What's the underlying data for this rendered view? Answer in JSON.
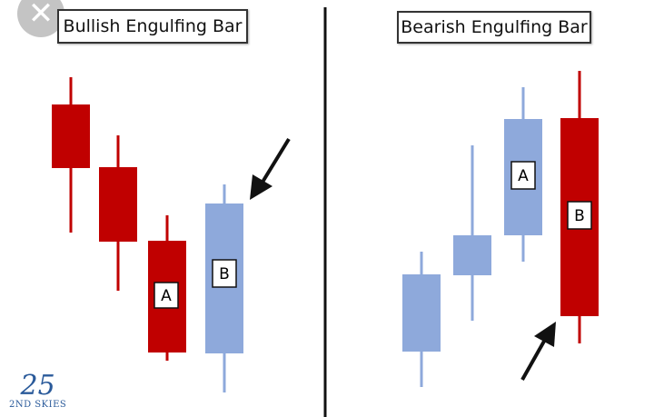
{
  "left_panel": {
    "title": "Bullish Engulfing Bar",
    "label_a": "A",
    "label_b": "B"
  },
  "right_panel": {
    "title": "Bearish Engulfing Bar",
    "label_a": "A",
    "label_b": "B"
  },
  "close_button": {
    "icon": "close-icon",
    "glyph": "✕"
  },
  "logo": {
    "mark": "25",
    "name": "2ND SKIES"
  },
  "colors": {
    "bearish": "#C00000",
    "bullish": "#8EA9DB",
    "divider": "#111111"
  }
}
